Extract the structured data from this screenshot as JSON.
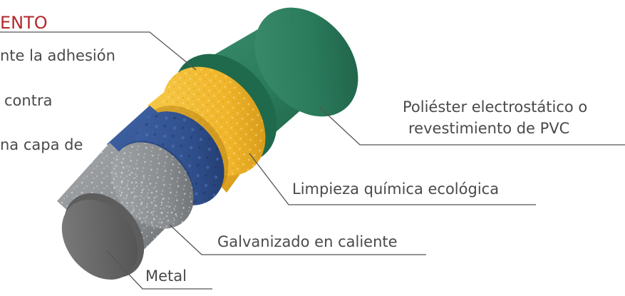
{
  "heading": "ENTO",
  "left_text": {
    "line1": "nte la adhesión",
    "line2": "contra",
    "line3": "na capa de"
  },
  "layers": [
    {
      "label": "Poliéster electrostático o",
      "label2": "revestimiento de PVC",
      "color": "#2a7a5c"
    },
    {
      "label": "Limpieza química ecológica",
      "color": "#f0b52a"
    },
    {
      "label": "Galvanizado en caliente",
      "color": "#2f4f8c"
    },
    {
      "label": "Metal",
      "color": "#6a6a6a"
    }
  ],
  "colors": {
    "heading": "#b3282d",
    "text": "#4a4a4a",
    "leader_line": "#555555",
    "zinc_layer": "#8a8d90"
  }
}
